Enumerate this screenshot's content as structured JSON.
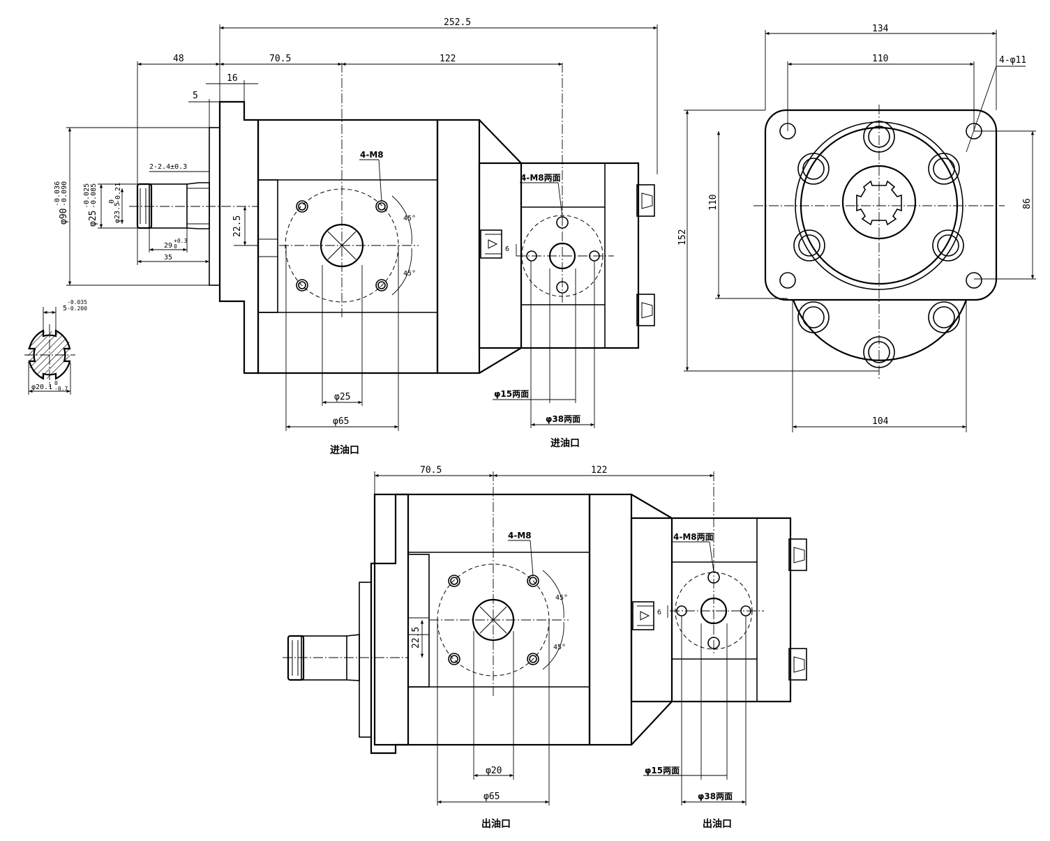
{
  "side_view": {
    "overall_length": "252.5",
    "shaft_length": "48",
    "inlet_center": "70.5",
    "outlet_center": "122",
    "flange_thk": "16",
    "pilot": "5",
    "pilot_dia": "φ90",
    "pilot_tol_up": "-0.036",
    "pilot_tol_lo": "-0.090",
    "shaft_dia": "φ25",
    "shaft_tol_up": "-0.025",
    "shaft_tol_lo": "-0.085",
    "spline_dia": "φ23.5",
    "spline_tol_up": "0",
    "spline_tol_lo": "-0.21",
    "groove": "2-2.4±0.3",
    "spline_len": "29",
    "spline_len_tol_up": "+0.3",
    "spline_len_tol_lo": "0",
    "shaft_len2": "35",
    "offset": "22.5",
    "thread_front": "4-M8",
    "thread_rear": "4-M8两面",
    "angle1": "45°",
    "angle2": "45°",
    "small_offset": "6",
    "port_dia": "φ25",
    "port_pcd": "φ65",
    "rear_port_dia": "φ15两面",
    "rear_pcd": "φ38两面",
    "label_front": "进油口",
    "label_rear": "进油口"
  },
  "spline_section": {
    "width": "5",
    "width_tol_up": "-0.035",
    "width_tol_lo": "-0.200",
    "minor_dia": "φ20.1",
    "minor_tol_up": "0",
    "minor_tol_lo": "-0.7"
  },
  "end_view": {
    "width": "134",
    "bolt_spacing_x": "110",
    "holes": "4-φ11",
    "height": "152",
    "bolt_spacing_y": "110",
    "inner_h": "86",
    "bottom_w": "104"
  },
  "bottom_view": {
    "inlet_center": "70.5",
    "outlet_center": "122",
    "thread_front": "4-M8",
    "thread_rear": "4-M8两面",
    "angle1": "45°",
    "angle2": "45°",
    "small_offset": "6",
    "offset": "22.5",
    "port_dia": "φ20",
    "port_pcd": "φ65",
    "rear_port_dia": "φ15两面",
    "rear_pcd": "φ38两面",
    "label_front": "出油口",
    "label_rear": "出油口"
  }
}
